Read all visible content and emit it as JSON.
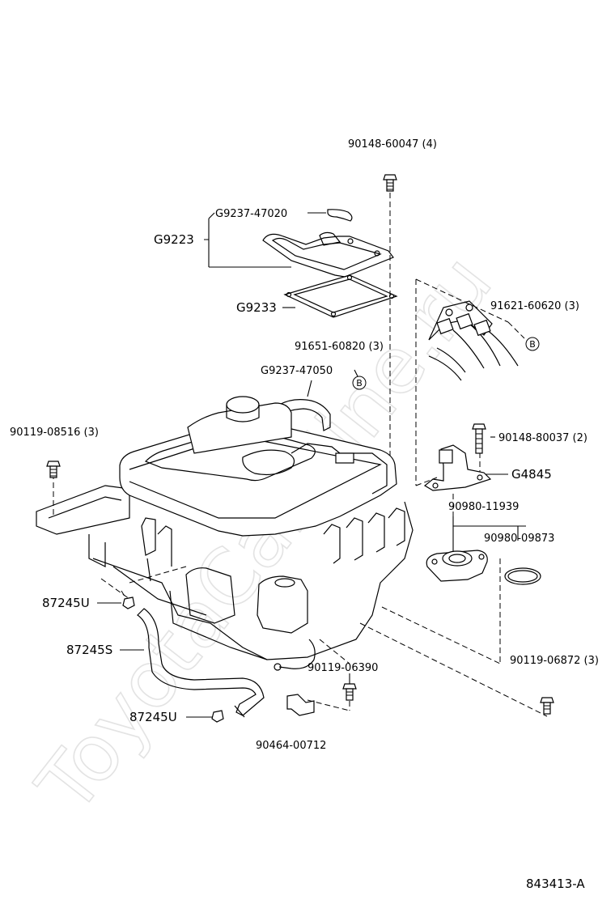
{
  "watermark": "ToyotaCarMine.ru",
  "diagram_id": "843413-A",
  "callout_letter": "B",
  "labels": {
    "bolt_top": "90148-60047 (4)",
    "hose_small": "G9237-47020",
    "gasket_set": "G9223",
    "gasket": "G9233",
    "clamp_right": "91621-60620 (3)",
    "clamp_center": "91651-60820 (3)",
    "hose_cap": "G9237-47050",
    "bolt_left": "90119-08516 (3)",
    "bolt_bracket": "90148-80037 (2)",
    "bracket": "G4845",
    "seat": "90980-11939",
    "oring": "90980-09873",
    "clip_upper": "87245U",
    "hose_lower": "87245S",
    "clip_lower": "87245U",
    "bolt_ground": "90119-06390",
    "bolt_bottom_right": "90119-06872 (3)",
    "clamp_bottom": "90464-00712"
  }
}
